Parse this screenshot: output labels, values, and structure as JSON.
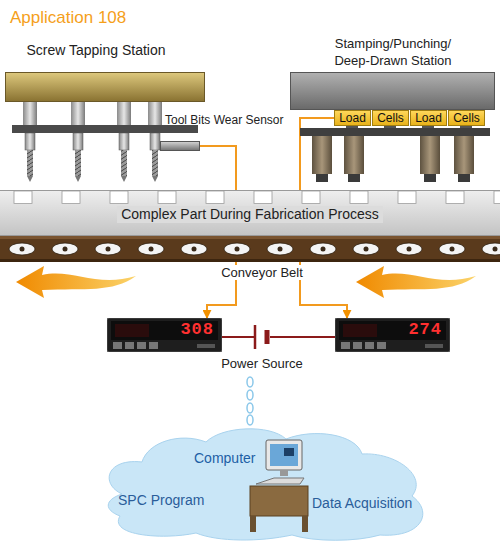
{
  "diagram": {
    "title": "Application 108",
    "nodes": [
      {
        "text": [
          "Screw Tapping Station"
        ]
      },
      {
        "text": [
          "Tool Bits Wear Sensor"
        ]
      },
      {
        "text": [
          "Stamping/Punching/ Deep-Drawn Station"
        ]
      },
      {
        "text": [
          "Load"
        ]
      },
      {
        "text": [
          "Cells"
        ]
      },
      {
        "text": [
          "Load"
        ]
      },
      {
        "text": [
          "Cells"
        ]
      },
      {
        "text": [
          "Complex Part During Fabrication Process"
        ]
      },
      {
        "text": [
          "308"
        ]
      },
      {
        "text": [
          "274"
        ]
      },
      {
        "text": [
          "Computer",
          "SPC Program",
          "Data Acquisition"
        ]
      }
    ],
    "edges": [
      {
        "from": 1,
        "to": 8,
        "arrow": "to"
      },
      {
        "from": 3,
        "to": 9,
        "arrow": "to"
      }
    ],
    "labels": [
      "Conveyor Belt",
      "Power Source"
    ]
  }
}
